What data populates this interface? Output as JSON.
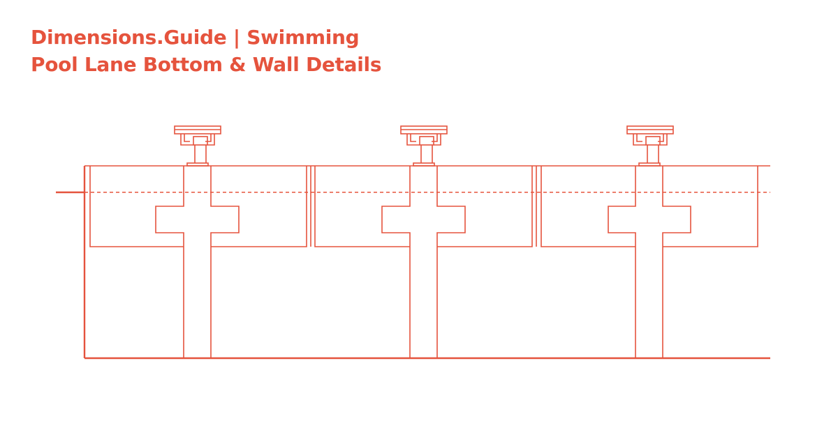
{
  "title": {
    "line1": "Dimensions.Guide | Swimming",
    "line2": "Pool Lane Bottom & Wall Details"
  },
  "colors": {
    "accent": "#e5533d",
    "background": "#ffffff"
  },
  "drawing": {
    "lane_count": 3,
    "elements": {
      "lane_line": "lane-line-marking",
      "water_line": "dashed-water-line",
      "starting_block": "starting-block",
      "pool_wall": "pool-wall",
      "pool_floor": "pool-floor"
    }
  }
}
